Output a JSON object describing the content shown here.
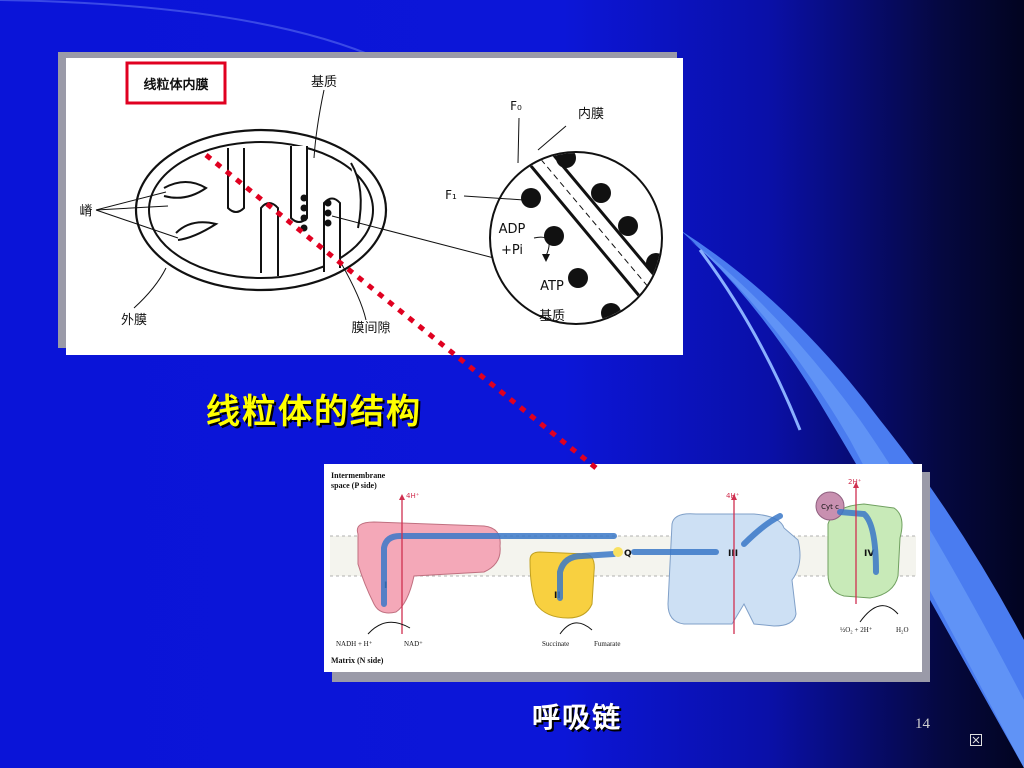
{
  "slide": {
    "caption_structure": "线粒体的结构",
    "caption_chain": "呼吸链",
    "page_number": "14",
    "nav_icon": "return-icon"
  },
  "mito_diagram": {
    "label_inner_membrane": "线粒体内膜",
    "label_matrix": "基质",
    "label_cristae": "嵴",
    "label_outer_membrane": "外膜",
    "label_intermembrane_space": "膜间隙",
    "label_f0": "F₀",
    "label_f1": "F₁",
    "label_inner": "内膜",
    "label_adp": "ADP",
    "label_pi": "+Pi",
    "label_atp": "ATP",
    "label_matrix_zoom": "基质"
  },
  "chain_diagram": {
    "intermembrane_line1": "Intermembrane",
    "intermembrane_line2": "space (P side)",
    "matrix_label": "Matrix (N side)",
    "proton_I": "4H⁺",
    "proton_III": "4H⁺",
    "proton_IV": "2H⁺",
    "complex_I": "I",
    "complex_II": "II",
    "complex_III": "III",
    "complex_IV": "IV",
    "q_label": "Q",
    "cyt_c": "Cyt c",
    "nadh": "NADH + H⁺",
    "nad": "NAD⁺",
    "succinate": "Succinate",
    "fumarate": "Fumarate",
    "oxygen": "½O₂ + 2H⁺",
    "water": "H₂O"
  },
  "colors": {
    "background": "#0a14d8",
    "caption_structure": "#ffff00",
    "caption_chain": "#ffffff",
    "highlight_box": "#e00020",
    "dotted_line": "#e00020"
  }
}
